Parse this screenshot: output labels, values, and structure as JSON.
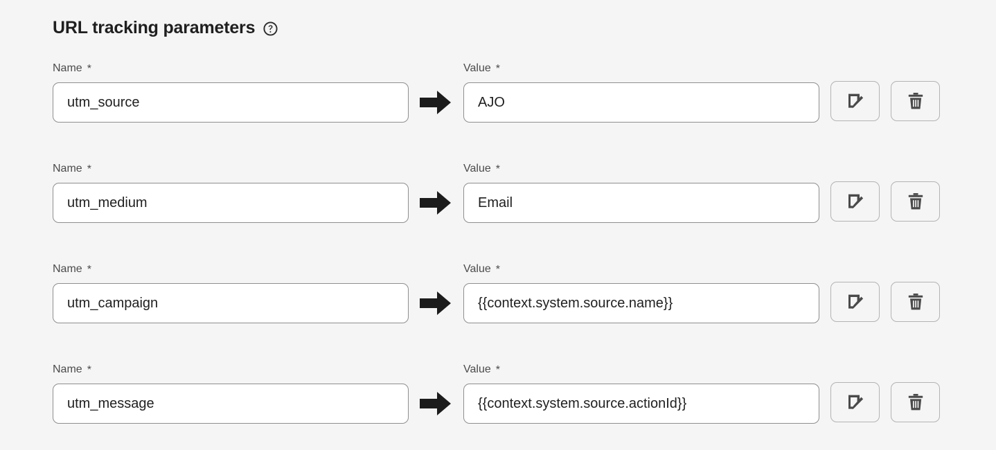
{
  "section": {
    "title": "URL tracking parameters",
    "help_icon": "help-circle-icon",
    "background_color": "#f5f5f5",
    "title_color": "#1f1f1f"
  },
  "labels": {
    "name": "Name",
    "value": "Value",
    "required_marker": "*"
  },
  "icons": {
    "arrow": "arrow-right-icon",
    "edit": "edit-pencil-icon",
    "delete": "trash-delete-icon"
  },
  "parameters": [
    {
      "name": "utm_source",
      "value": "AJO",
      "name_placeholder": "Name",
      "value_placeholder": "Value"
    },
    {
      "name": "utm_medium",
      "value": "Email",
      "name_placeholder": "Name",
      "value_placeholder": "Value"
    },
    {
      "name": "utm_campaign",
      "value": "{{context.system.source.name}}",
      "name_placeholder": "Name",
      "value_placeholder": "Value"
    },
    {
      "name": "utm_message",
      "value": "{{context.system.source.actionId}}",
      "name_placeholder": "Name",
      "value_placeholder": "Value"
    }
  ]
}
